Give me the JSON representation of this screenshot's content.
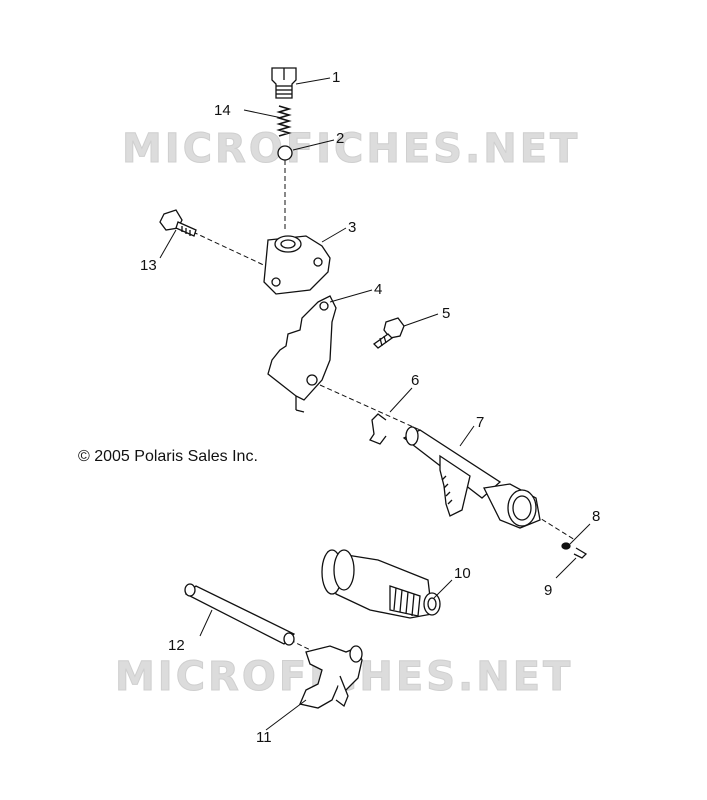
{
  "watermark": "MICROFICHES.NET",
  "copyright": "© 2005 Polaris Sales Inc.",
  "callouts": {
    "c1": "1",
    "c2": "2",
    "c3": "3",
    "c4": "4",
    "c5": "5",
    "c6": "6",
    "c7": "7",
    "c8": "8",
    "c9": "9",
    "c10": "10",
    "c11": "11",
    "c12": "12",
    "c13": "13",
    "c14": "14"
  },
  "colors": {
    "ink": "#111111",
    "watermark": "#dcdcdc"
  }
}
